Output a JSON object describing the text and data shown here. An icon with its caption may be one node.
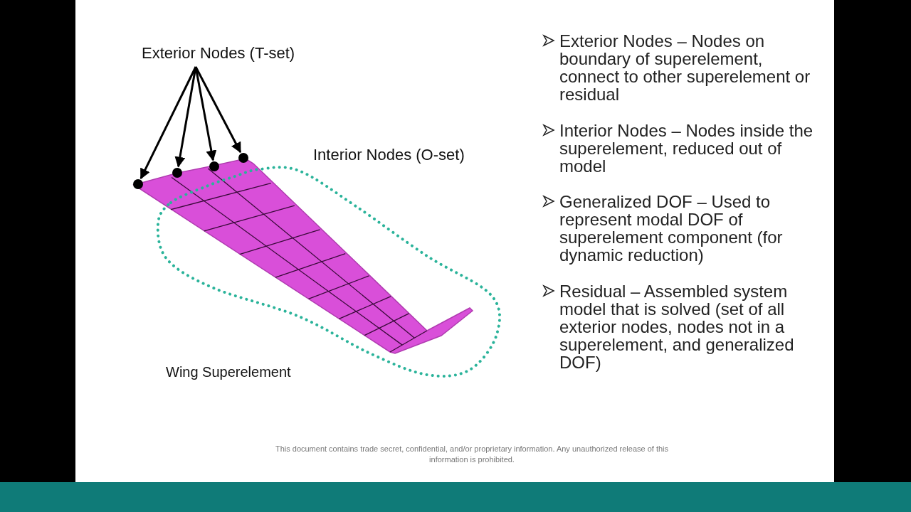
{
  "diagram": {
    "nodes": [
      {
        "text": [
          "Exterior Nodes (T-set)"
        ]
      },
      {
        "text": [],
        "shape": "circle"
      },
      {
        "text": [],
        "shape": "circle"
      },
      {
        "text": [],
        "shape": "circle"
      },
      {
        "text": [],
        "shape": "circle"
      }
    ],
    "edges": [
      {
        "from": 0,
        "to": 1,
        "arrow": "to"
      },
      {
        "from": 0,
        "to": 2,
        "arrow": "to"
      },
      {
        "from": 0,
        "to": 3,
        "arrow": "to"
      },
      {
        "from": 0,
        "to": 4,
        "arrow": "to"
      }
    ],
    "labels": [
      "Interior Nodes (O-set)",
      "Wing Superelement",
      "Exterior Nodes – Nodes on boundary of superelement, connect to other superelement or residual",
      "Interior Nodes – Nodes inside the superelement, reduced out of  model",
      "Generalized DOF – Used to represent modal DOF of superelement component (for dynamic reduction)",
      "Residual – Assembled system model that is solved (set of all exterior nodes, nodes not in a superelement, and generalized DOF)",
      "This document contains trade secret, confidential, and/or proprietary information. Any unauthorized release of this information is prohibited."
    ]
  }
}
